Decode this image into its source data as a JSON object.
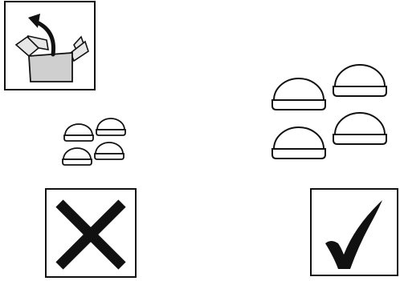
{
  "figure": {
    "panels": [
      {
        "id": "unpack",
        "icon": "open-box-arrow-icon"
      },
      {
        "id": "small-feet",
        "icon": "small-dome-feet-icon",
        "count": 4
      },
      {
        "id": "large-feet",
        "icon": "large-dome-feet-icon",
        "count": 4
      },
      {
        "id": "wrong",
        "icon": "cross-mark-icon"
      },
      {
        "id": "correct",
        "icon": "check-mark-icon"
      }
    ],
    "colors": {
      "line": "#111111",
      "box_fill": "#cfcfcf",
      "flap_fill": "#e6e6e6",
      "background": "#ffffff"
    }
  }
}
